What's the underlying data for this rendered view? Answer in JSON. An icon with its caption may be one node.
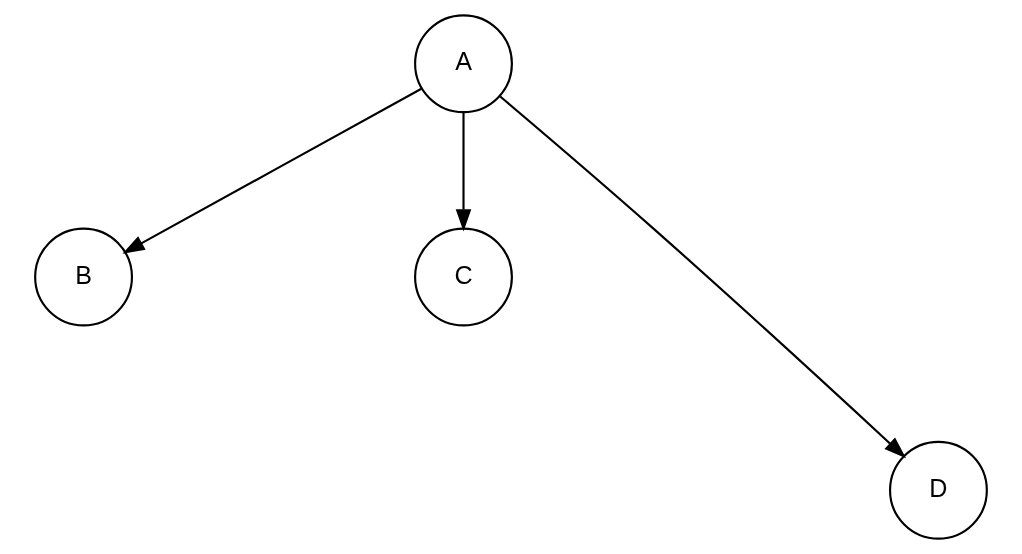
{
  "diagram": {
    "nodes": [
      {
        "text": [
          "A"
        ]
      },
      {
        "text": [
          "B"
        ]
      },
      {
        "text": [
          "C"
        ]
      },
      {
        "text": [
          "D"
        ]
      }
    ],
    "edges": [
      {
        "from": 0,
        "to": 1,
        "arrow": "to"
      },
      {
        "from": 0,
        "to": 2,
        "arrow": "to"
      },
      {
        "from": 0,
        "to": 3,
        "arrow": "to"
      }
    ]
  }
}
